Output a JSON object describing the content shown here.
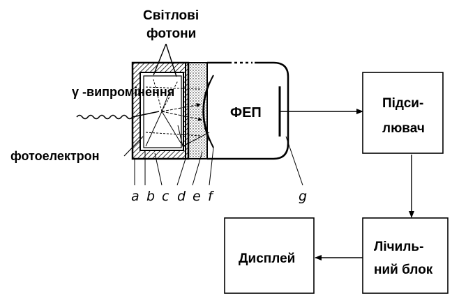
{
  "labels": {
    "light_photons_line1": "Світлові",
    "light_photons_line2": "фотони",
    "gamma_radiation": "γ -випромінення",
    "photoelectron": "фотоелектрон",
    "pmt": "ФЕП"
  },
  "blocks": {
    "amplifier_line1": "Підси-",
    "amplifier_line2": "лювач",
    "counter_line1": "Лічиль-",
    "counter_line2": "ний блок",
    "display": "Дисплей"
  },
  "part_letters": [
    "a",
    "b",
    "c",
    "d",
    "e",
    "f",
    "g"
  ]
}
